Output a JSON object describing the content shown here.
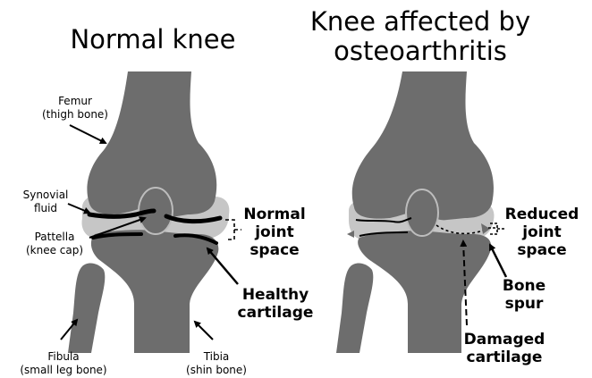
{
  "titles": {
    "left": "Normal knee",
    "right_line1": "Knee affected by",
    "right_line2": "osteoarthritis"
  },
  "left_labels": {
    "femur": [
      "Femur",
      "(thigh bone)"
    ],
    "synovial": [
      "Synovial",
      "fluid"
    ],
    "patella": [
      "Pattella",
      "(knee cap)"
    ],
    "fibula": [
      "Fibula",
      "(small leg bone)"
    ],
    "tibia": [
      "Tibia",
      "(shin bone)"
    ],
    "joint_space": [
      "Normal",
      "joint",
      "space"
    ],
    "cartilage": [
      "Healthy",
      "cartilage"
    ]
  },
  "right_labels": {
    "joint_space": [
      "Reduced",
      "joint",
      "space"
    ],
    "bone_spur": [
      "Bone",
      "spur"
    ],
    "damaged": [
      "Damaged",
      "cartilage"
    ]
  },
  "colors": {
    "bone": "#6d6d6d",
    "fluid": "#c6c6c6",
    "cartilage": "#000000",
    "patella_outline": "#bdbdbd",
    "background": "#ffffff"
  },
  "icons": [
    "arrow-icon",
    "dashed-arrow-icon",
    "bracket-icon"
  ]
}
